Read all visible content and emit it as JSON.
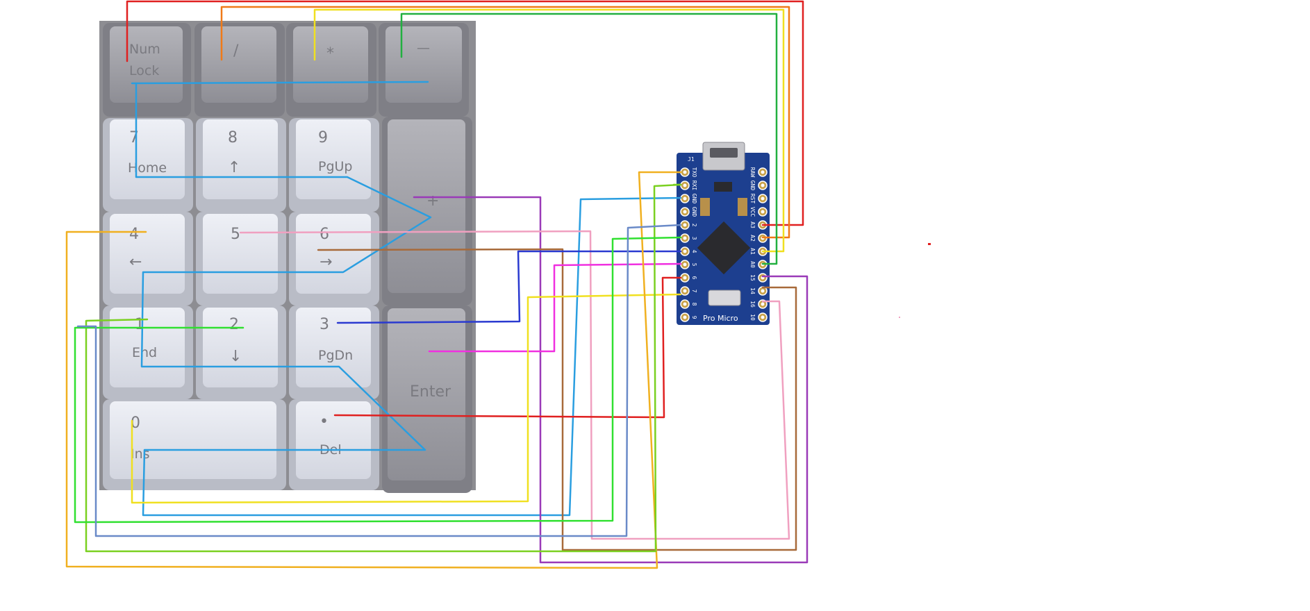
{
  "keypad": {
    "keys": [
      {
        "id": "numlock",
        "legend_top": "Num",
        "legend_bottom": "Lock"
      },
      {
        "id": "slash",
        "legend_top": "/",
        "legend_bottom": ""
      },
      {
        "id": "star",
        "legend_top": "*",
        "legend_bottom": ""
      },
      {
        "id": "minus",
        "legend_top": "—",
        "legend_bottom": ""
      },
      {
        "id": "k7",
        "legend_top": "7",
        "legend_bottom": "Home"
      },
      {
        "id": "k8",
        "legend_top": "8",
        "legend_bottom": "↑"
      },
      {
        "id": "k9",
        "legend_top": "9",
        "legend_bottom": "PgUp"
      },
      {
        "id": "plus",
        "legend_top": "+",
        "legend_bottom": ""
      },
      {
        "id": "k4",
        "legend_top": "4",
        "legend_bottom": "←"
      },
      {
        "id": "k5",
        "legend_top": "5",
        "legend_bottom": ""
      },
      {
        "id": "k6",
        "legend_top": "6",
        "legend_bottom": "→"
      },
      {
        "id": "k1",
        "legend_top": "1",
        "legend_bottom": "End"
      },
      {
        "id": "k2",
        "legend_top": "2",
        "legend_bottom": "↓"
      },
      {
        "id": "k3",
        "legend_top": "3",
        "legend_bottom": "PgDn"
      },
      {
        "id": "enter",
        "legend_top": "",
        "legend_bottom": "Enter"
      },
      {
        "id": "k0",
        "legend_top": "0",
        "legend_bottom": "Ins"
      },
      {
        "id": "dot",
        "legend_top": "•",
        "legend_bottom": "Del"
      }
    ]
  },
  "board": {
    "name": "Pro Micro",
    "left_pins": [
      "TXO",
      "RXI",
      "GND",
      "GND",
      "2",
      "3",
      "4",
      "5",
      "6",
      "7",
      "8",
      "9"
    ],
    "right_pins": [
      "RAW",
      "GND",
      "RST",
      "VCC",
      "A3",
      "A2",
      "A1",
      "A0",
      "15",
      "14",
      "16",
      "10"
    ],
    "side_mark": "J1",
    "board_color": "#1d3f8f",
    "pad_color": "#c8a24a"
  },
  "wire_colors": {
    "red": "#e02020",
    "orange": "#f07a18",
    "yellow": "#f0e020",
    "green": "#22b040",
    "blue": "#2a9ee0",
    "purple": "#9a3ab8",
    "pink": "#f0a0c0",
    "brown": "#a86a3a",
    "dark_blue": "#2a3ad0",
    "magenta": "#f030e0",
    "lime": "#7ad020",
    "bright_green": "#30e030",
    "slate": "#6a8ac8",
    "gold": "#f0b020"
  }
}
